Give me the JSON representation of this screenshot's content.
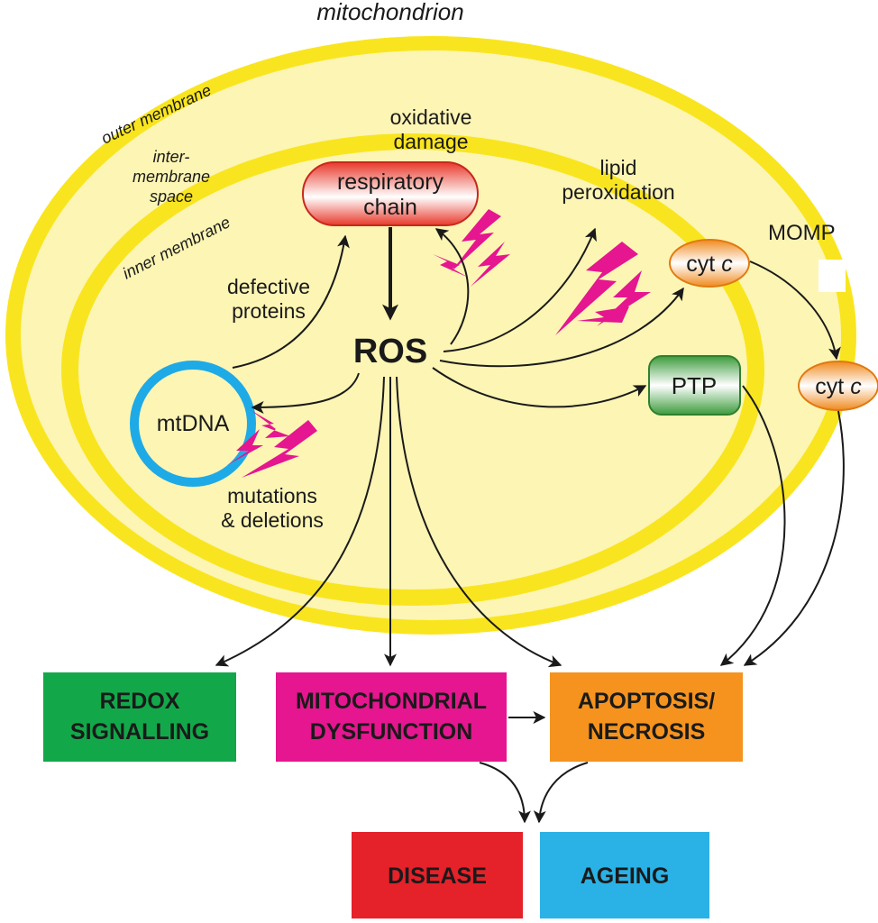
{
  "title": "mitochondrion",
  "membranes": {
    "outer": "outer membrane",
    "inter_line1": "inter-",
    "inter_line2": "membrane",
    "inter_line3": "space",
    "inner": "inner membrane",
    "momp": "MOMP"
  },
  "nodes": {
    "resp_line1": "respiratory",
    "resp_line2": "chain",
    "ros": "ROS",
    "mtdna": "mtDNA",
    "ptp": "PTP",
    "cytc_inner": "cyt",
    "cytc_outer": "cyt",
    "cytc_italic": "c"
  },
  "labels": {
    "oxidative_line1": "oxidative",
    "oxidative_line2": "damage",
    "lipid_line1": "lipid",
    "lipid_line2": "peroxidation",
    "defective_line1": "defective",
    "defective_line2": "proteins",
    "mutations_line1": "mutations",
    "mutations_line2": "& deletions"
  },
  "outcomes": {
    "redox_line1": "REDOX",
    "redox_line2": "SIGNALLING",
    "mito_line1": "MITOCHONDRIAL",
    "mito_line2": "DYSFUNCTION",
    "apop_line1": "APOPTOSIS/",
    "apop_line2": "NECROSIS",
    "disease": "DISEASE",
    "ageing": "AGEING"
  },
  "colors": {
    "membrane": "#f9e51f",
    "matrix": "#fdf5b4",
    "resp_chain": "#e8382a",
    "ptp": "#3c9b3c",
    "cytc": "#f08a1f",
    "mtdna_ring": "#1eaae7",
    "lightning": "#e5168f",
    "redox": "#12a84a",
    "mito_dysfunction": "#e5168f",
    "apoptosis": "#f5931e",
    "disease": "#e5212a",
    "ageing": "#2ab2e6"
  }
}
